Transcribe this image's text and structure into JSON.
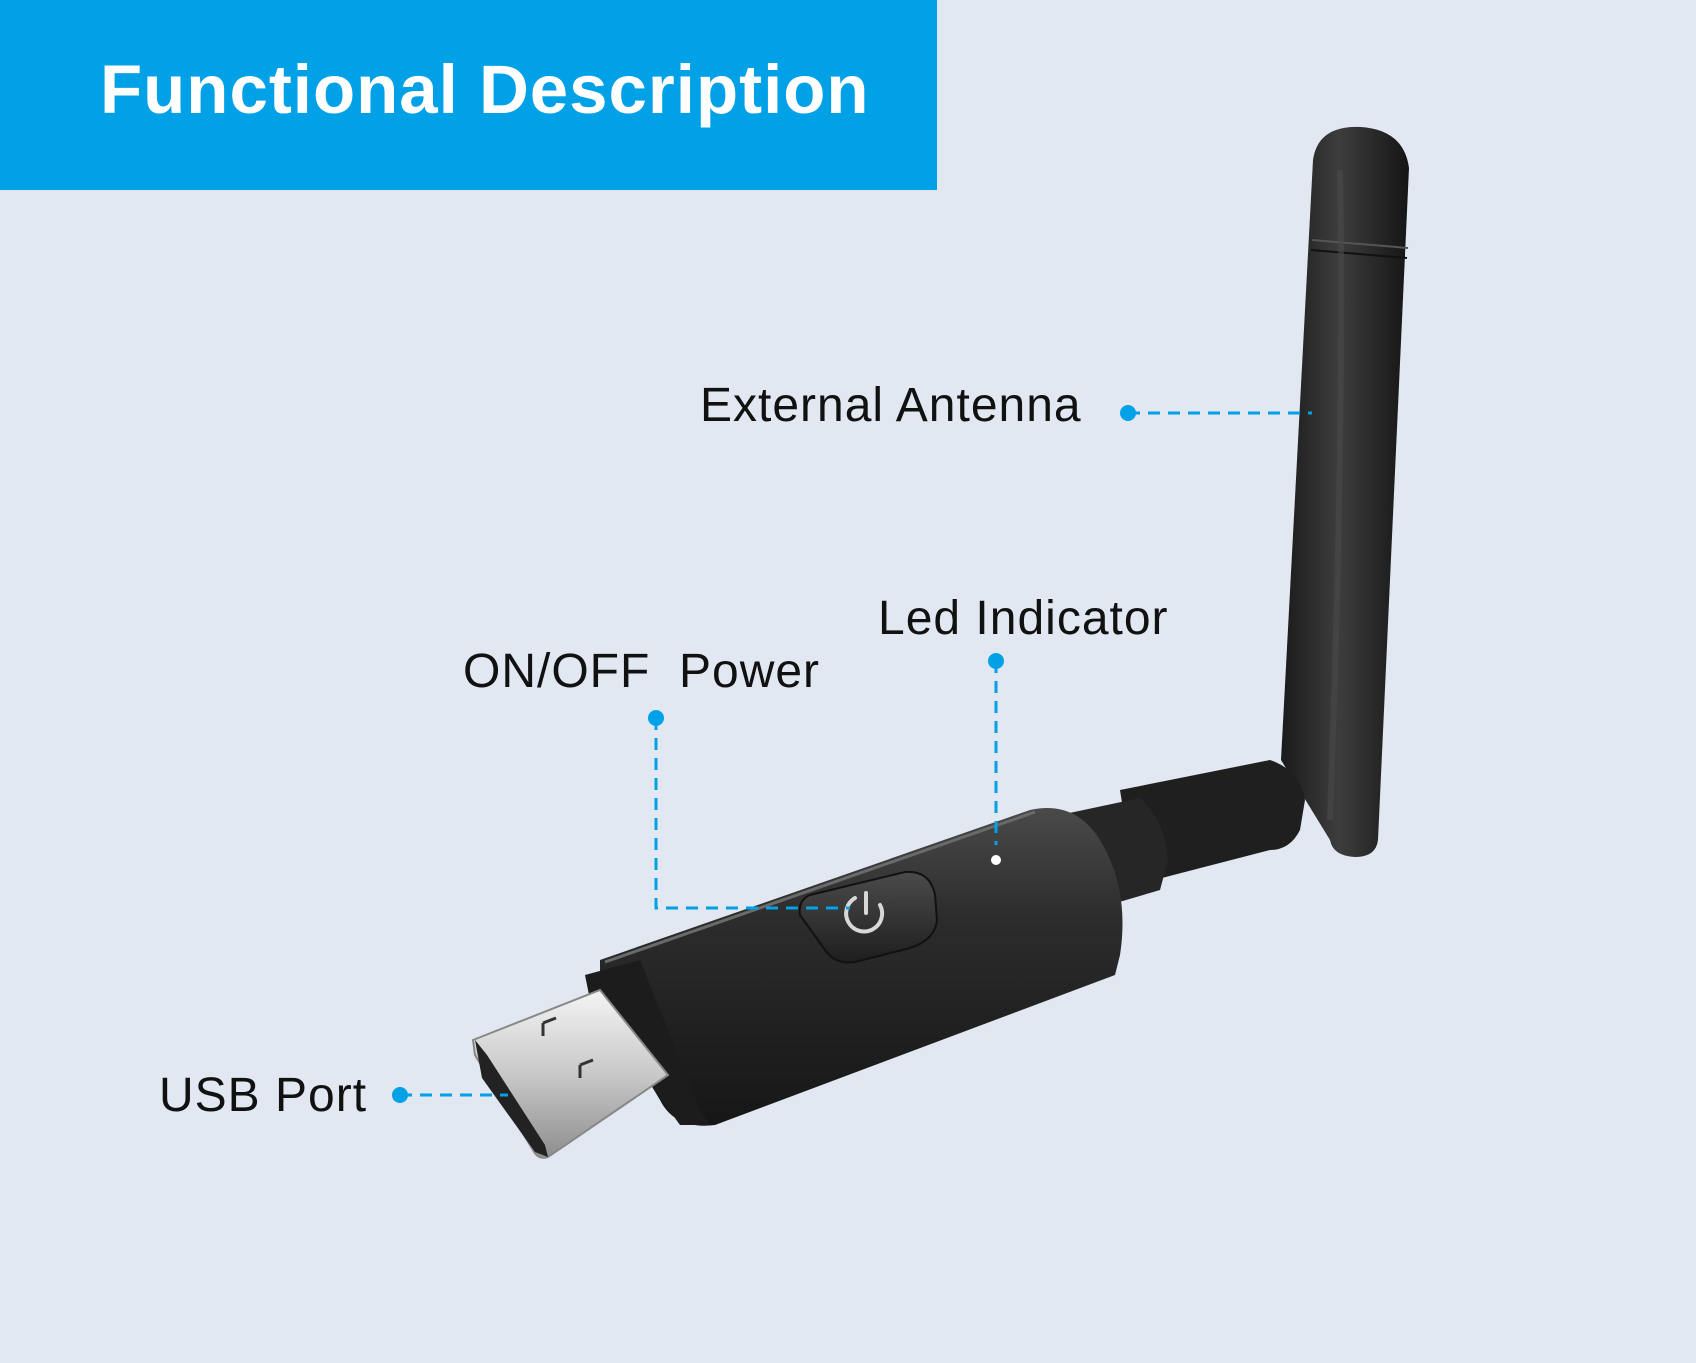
{
  "header": {
    "title": "Functional Description"
  },
  "callouts": {
    "external_antenna": "External Antenna",
    "led_indicator": "Led Indicator",
    "power_button": "ON/OFF  Power",
    "usb_port": "USB Port"
  },
  "colors": {
    "accent": "#00a1e6",
    "background": "#e1e8f2",
    "device": "#2a2a2a",
    "text": "#111111"
  },
  "icons": [
    "power-icon"
  ]
}
